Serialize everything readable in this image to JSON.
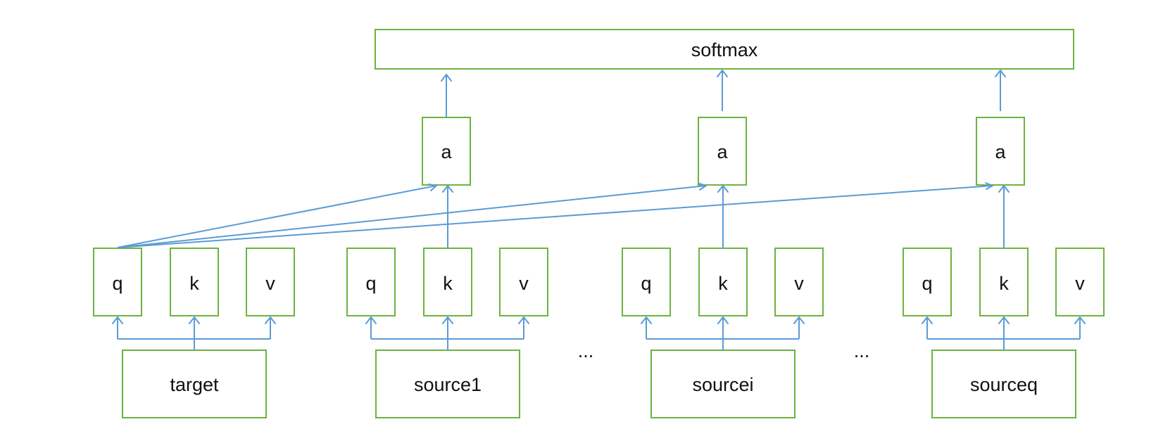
{
  "softmax": {
    "label": "softmax"
  },
  "attention": [
    {
      "label": "a"
    },
    {
      "label": "a"
    },
    {
      "label": "a"
    }
  ],
  "groups": [
    {
      "input": "target",
      "q": "q",
      "k": "k",
      "v": "v"
    },
    {
      "input": "source1",
      "q": "q",
      "k": "k",
      "v": "v"
    },
    {
      "input": "sourcei",
      "q": "q",
      "k": "k",
      "v": "v"
    },
    {
      "input": "sourceq",
      "q": "q",
      "k": "k",
      "v": "v"
    }
  ],
  "ellipses": [
    "...",
    "..."
  ],
  "colors": {
    "box_stroke": "#6db33f",
    "arrow": "#5b9bd5",
    "text": "#111111"
  }
}
